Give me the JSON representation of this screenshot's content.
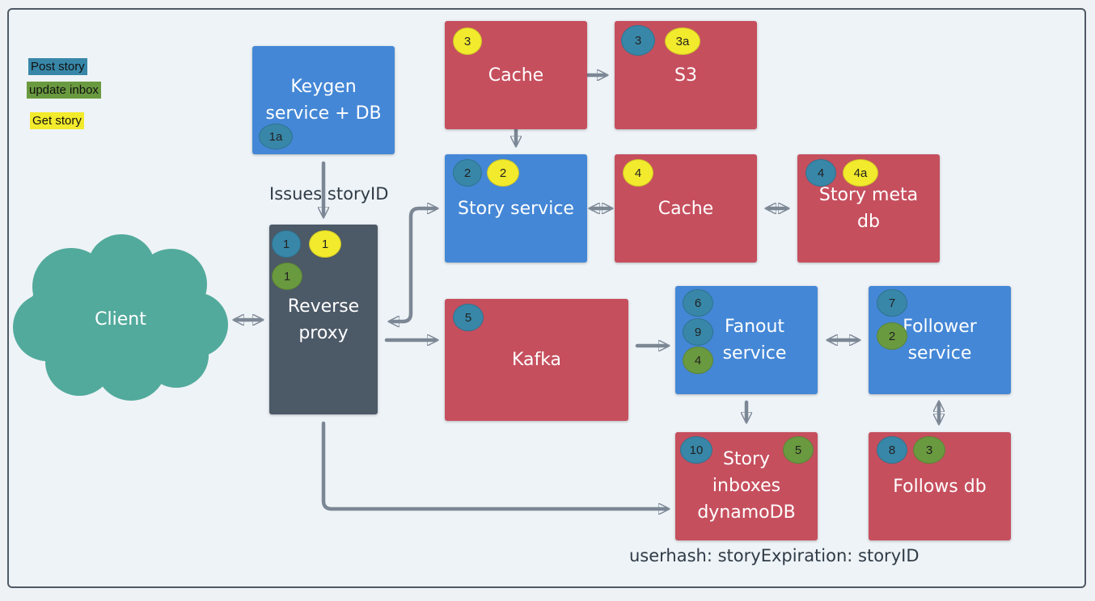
{
  "legend": {
    "post_story": "Post story",
    "update_inbox": "update inbox",
    "get_story": "Get story",
    "colors": {
      "post": "#3887a8",
      "update": "#6a9a3f",
      "get": "#f2ea2c"
    }
  },
  "nodes": {
    "client": "Client",
    "keygen": "Keygen\nservice + DB",
    "reverse_proxy": "Reverse\nproxy",
    "cache_top": "Cache",
    "s3": "S3",
    "story_service": "Story service",
    "cache_mid": "Cache",
    "story_meta_db": "Story meta\ndb",
    "kafka": "Kafka",
    "fanout": "Fanout\nservice",
    "follower": "Follower\nservice",
    "story_inboxes": "Story\ninboxes\ndynamoDB",
    "follows_db": "Follows db"
  },
  "badges": {
    "keygen": [
      "1a"
    ],
    "reverse_proxy": [
      "1",
      "1",
      "1"
    ],
    "cache_top": [
      "3"
    ],
    "s3": [
      "3",
      "3a"
    ],
    "story_service": [
      "2",
      "2"
    ],
    "cache_mid": [
      "4"
    ],
    "story_meta_db": [
      "4",
      "4a"
    ],
    "kafka": [
      "5"
    ],
    "fanout": [
      "6",
      "9",
      "4"
    ],
    "follower": [
      "7",
      "2"
    ],
    "story_inboxes": [
      "10",
      "5"
    ],
    "follows_db": [
      "8",
      "3"
    ]
  },
  "annotations": {
    "issues": "Issues storyID",
    "schema": "userhash: storyExpiration: storyID"
  },
  "colors": {
    "red_box": "#c64f5e",
    "blue_box": "#4487d6",
    "dark_box": "#4c5967",
    "cloud": "#52aa9c",
    "arrow": "#7c8795"
  }
}
